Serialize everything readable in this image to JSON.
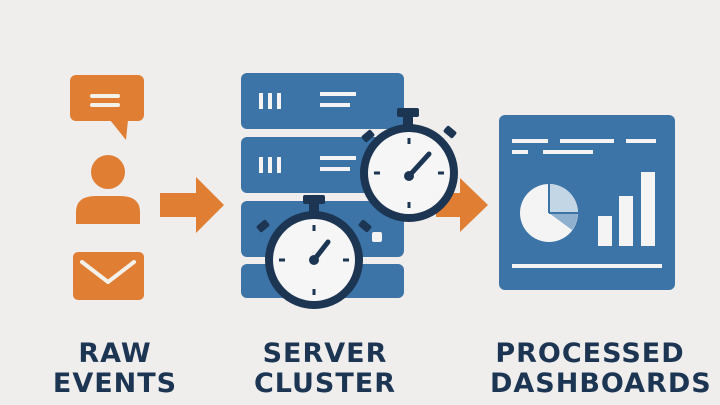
{
  "colors": {
    "orange": "#e07e33",
    "blue": "#3d74a7",
    "navy": "#1c3553",
    "background": "#efeeec",
    "clock_face": "#f6f6f6"
  },
  "stages": [
    {
      "id": "raw",
      "line1": "RAW",
      "line2": "EVENTS",
      "icons": [
        "chat-bubble-icon",
        "user-icon",
        "envelope-icon"
      ]
    },
    {
      "id": "server",
      "line1": "SERVER",
      "line2": "CLUSTER",
      "icons": [
        "server-rack-icon",
        "stopwatch-icon"
      ]
    },
    {
      "id": "processed",
      "line1": "PROCESSED",
      "line2": "DASHBOARDS",
      "icons": [
        "dashboard-icon",
        "pie-chart-icon",
        "bar-chart-icon"
      ]
    }
  ],
  "arrows": [
    "arrow-right-icon",
    "arrow-right-icon"
  ]
}
